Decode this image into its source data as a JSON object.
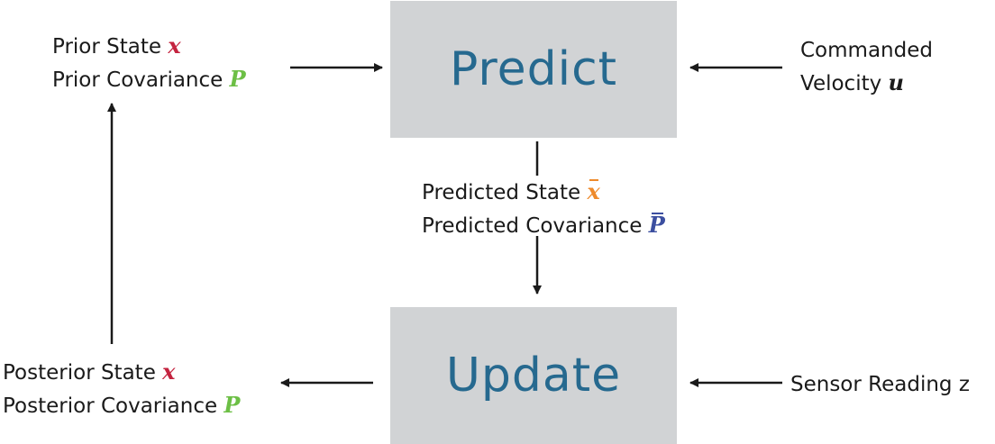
{
  "predict_box": {
    "label": "Predict"
  },
  "update_box": {
    "label": "Update"
  },
  "prior": {
    "state_label": "Prior State",
    "state_symbol": "x",
    "covariance_label": "Prior Covariance",
    "covariance_symbol": "P"
  },
  "commanded": {
    "line1": "Commanded",
    "line2": "Velocity",
    "symbol": "u"
  },
  "predicted": {
    "state_label": "Predicted State",
    "state_symbol": "x",
    "covariance_label": "Predicted Covariance",
    "covariance_symbol": "P"
  },
  "posterior": {
    "state_label": "Posterior State",
    "state_symbol": "x",
    "covariance_label": "Posterior Covariance",
    "covariance_symbol": "P"
  },
  "sensor": {
    "label": "Sensor Reading z"
  },
  "colors": {
    "box_fill": "#d1d3d5",
    "box_text": "#26698f",
    "state_symbol": "#c4233f",
    "covariance_symbol": "#6cbf45",
    "predicted_state_symbol": "#ee8a2b",
    "predicted_covariance_symbol": "#3c4fa0",
    "arrow": "#1a1a1a"
  }
}
